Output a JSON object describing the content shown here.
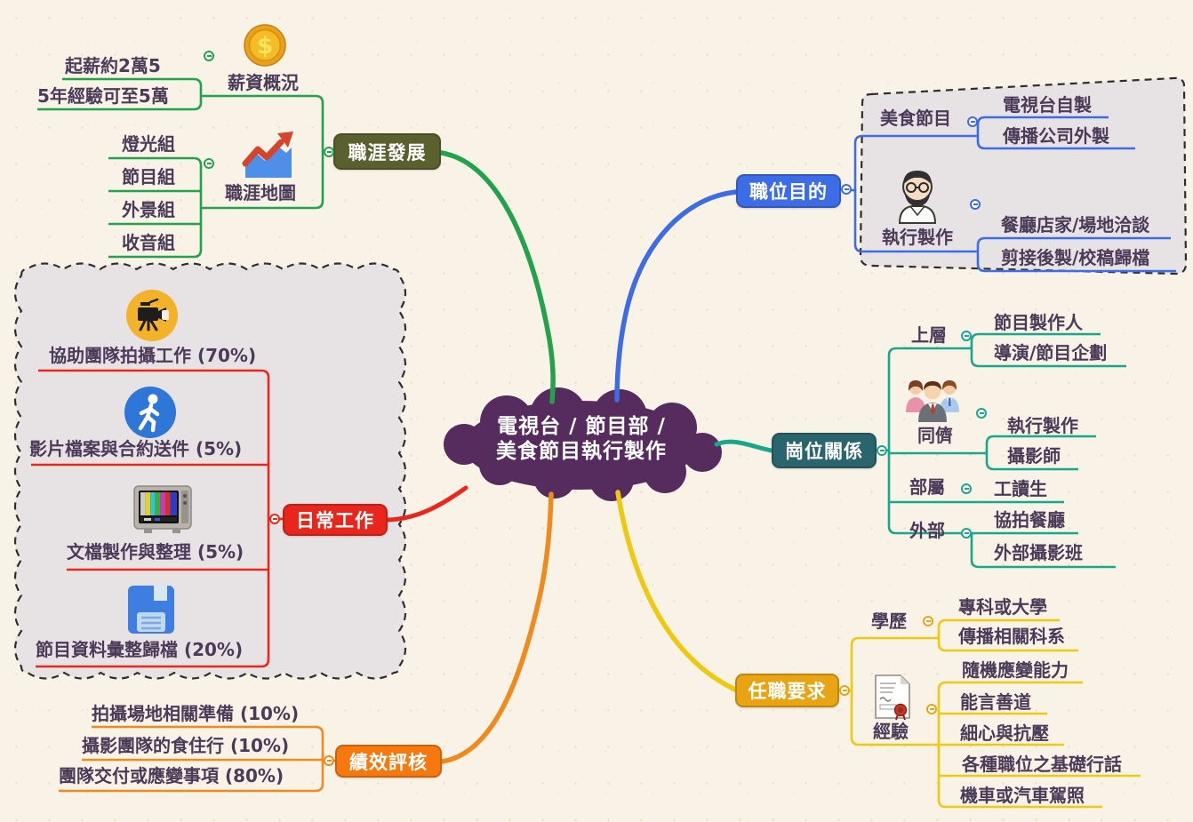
{
  "center": {
    "line1": "電視台 / 節目部 /",
    "line2": "美食節目執行製作"
  },
  "branches": {
    "career": {
      "label": "職涯發展",
      "salary": {
        "label": "薪資概況",
        "icon": "coin-icon",
        "items": [
          "起薪約2萬5",
          "5年經驗可至5萬"
        ]
      },
      "map": {
        "label": "職涯地圖",
        "icon": "trend-chart-icon",
        "items": [
          "燈光組",
          "節目組",
          "外景組",
          "收音組"
        ]
      }
    },
    "purpose": {
      "label": "職位目的",
      "food_show": {
        "label": "美食節目",
        "items": [
          "電視台自製",
          "傳播公司外製"
        ]
      },
      "exec": {
        "label": "執行製作",
        "icon": "man-avatar-icon",
        "items": [
          "餐廳店家/場地洽談",
          "剪接後製/校稿歸檔"
        ]
      }
    },
    "relations": {
      "label": "崗位關係",
      "upper": {
        "label": "上層",
        "items": [
          "節目製作人",
          "導演/節目企劃"
        ]
      },
      "peers": {
        "label": "同儕",
        "icon": "people-group-icon",
        "items": [
          "執行製作",
          "攝影師"
        ]
      },
      "subordinates": {
        "label": "部屬",
        "items": [
          "工讀生"
        ]
      },
      "external": {
        "label": "外部",
        "items": [
          "協拍餐廳",
          "外部攝影班"
        ]
      }
    },
    "requirements": {
      "label": "任職要求",
      "education": {
        "label": "學歷",
        "items": [
          "專科或大學",
          "傳播相關科系"
        ]
      },
      "experience": {
        "label": "經驗",
        "icon": "certificate-icon",
        "items": [
          "隨機應變能力",
          "能言善道",
          "細心與抗壓",
          "各種職位之基礎行話",
          "機車或汽車駕照"
        ]
      }
    },
    "performance": {
      "label": "績效評核",
      "items": [
        "拍攝場地相關準備 (10%)",
        "攝影團隊的食住行 (10%)",
        "團隊交付或應變事項 (80%)"
      ]
    },
    "daily": {
      "label": "日常工作",
      "items": [
        {
          "text": "協助團隊拍攝工作 (70%)",
          "icon": "video-camera-icon"
        },
        {
          "text": "影片檔案與合約送件 (5%)",
          "icon": "walking-person-icon"
        },
        {
          "text": "文檔製作與整理 (5%)",
          "icon": "tv-icon"
        },
        {
          "text": "節目資料彙整歸檔 (20%)",
          "icon": "floppy-disk-icon"
        }
      ]
    }
  },
  "colors": {
    "background": "#F8F3E6",
    "cloud": "#562B5E",
    "career_node": "#5A612F",
    "career_line": "#22A24B",
    "purpose_node": "#3D6CE7",
    "purpose_line": "#3D6CE3",
    "relations_node": "#2A656E",
    "relations_line": "#18A78C",
    "requirements_node": "#E9A413",
    "requirements_line": "#EFC90F",
    "performance_node": "#F5790E",
    "performance_line": "#EE8A1E",
    "daily_node": "#E9261B",
    "daily_line": "#E8281C",
    "topic_text": "#4C3A59",
    "region_fill": "#E6E2E4"
  }
}
